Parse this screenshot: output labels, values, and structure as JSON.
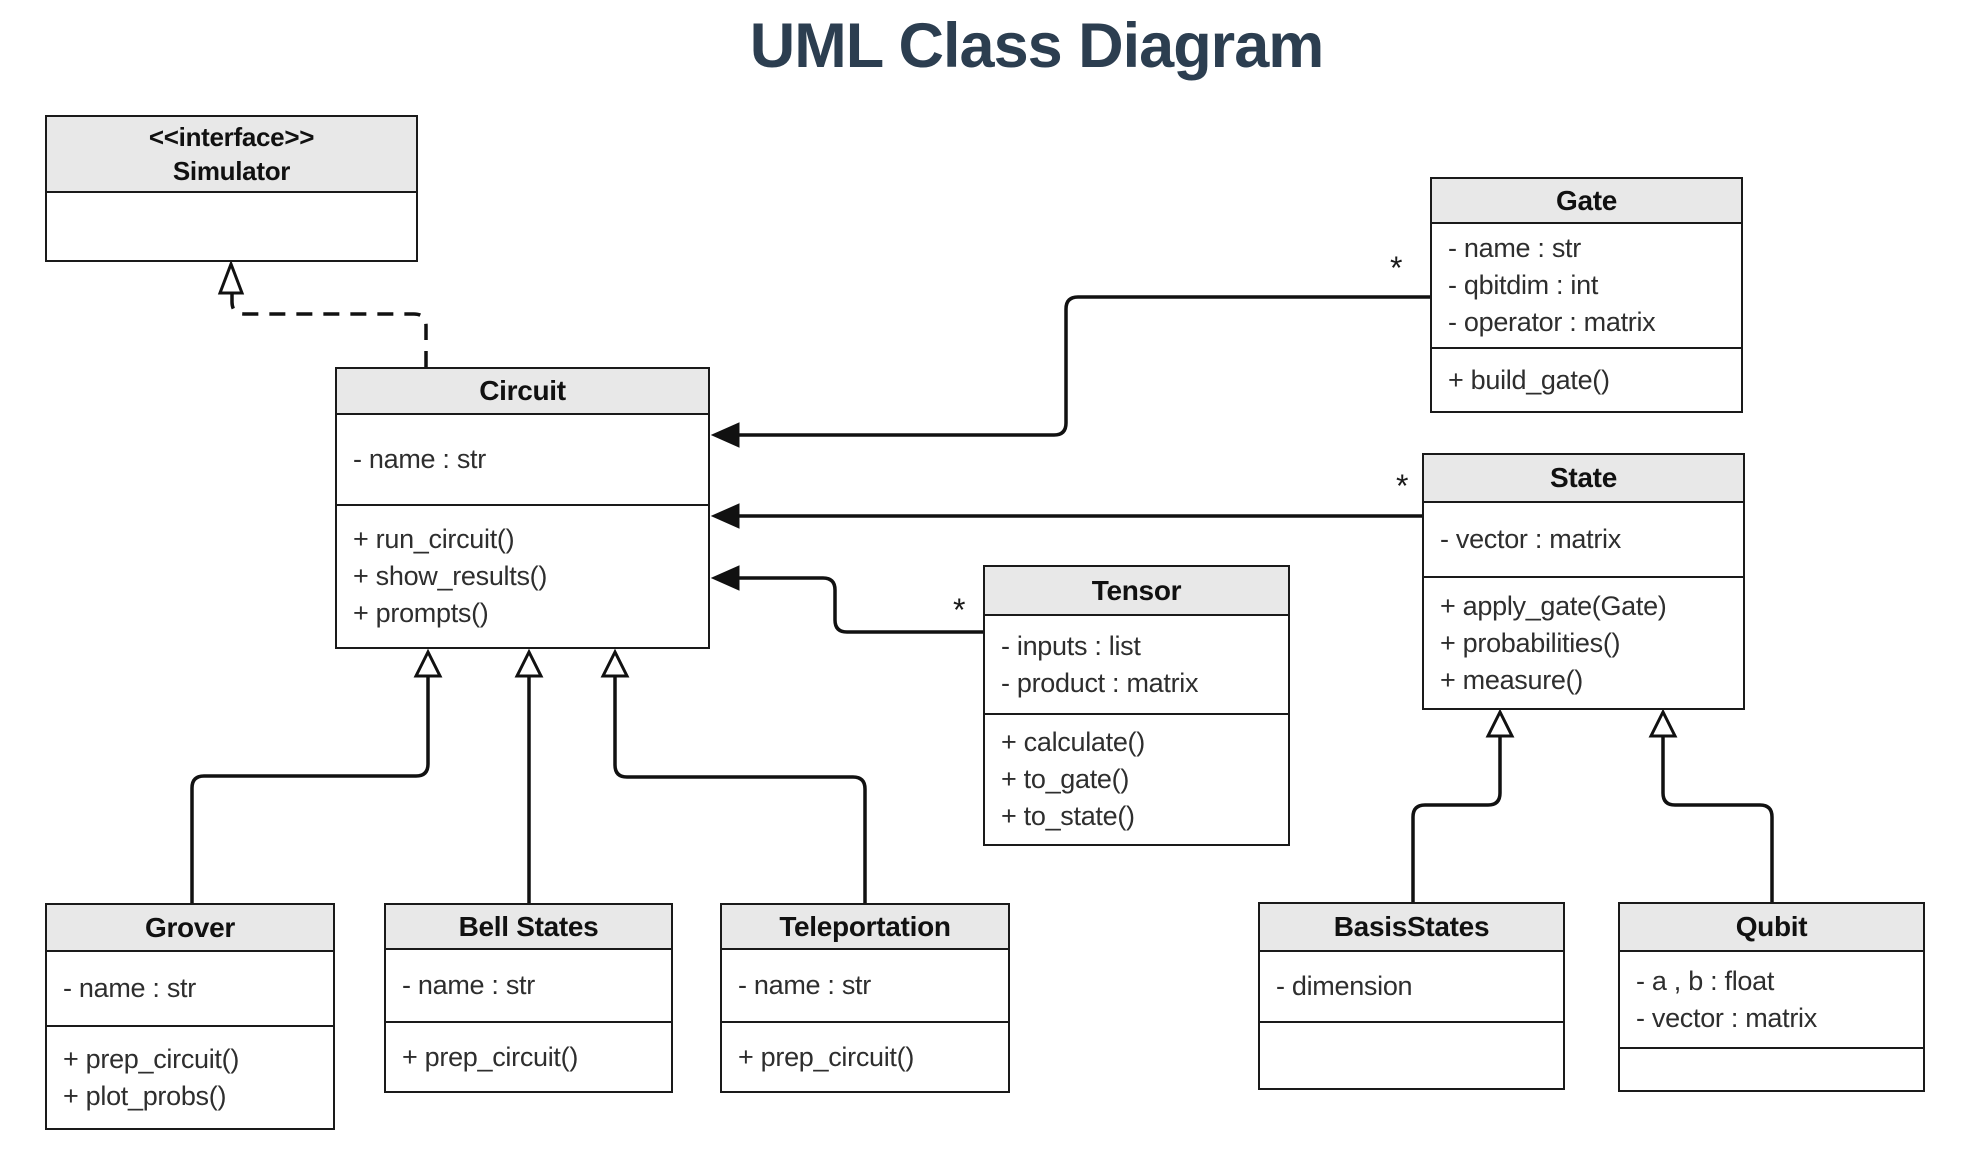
{
  "title": "UML Class Diagram",
  "colors": {
    "background": "#ffffff",
    "header_fill": "#e8e8e8",
    "box_border": "#1a1a1a",
    "connector": "#111111",
    "title_color": "#2c3e50"
  },
  "classes": [
    {
      "id": "simulator",
      "stereotype": "<<interface>>",
      "name": "Simulator",
      "attributes": [],
      "methods": []
    },
    {
      "id": "circuit",
      "name": "Circuit",
      "attributes": [
        "- name : str"
      ],
      "methods": [
        "+ run_circuit()",
        "+ show_results()",
        "+ prompts()"
      ]
    },
    {
      "id": "gate",
      "name": "Gate",
      "attributes": [
        "- name : str",
        "- qbitdim : int",
        "- operator : matrix"
      ],
      "methods": [
        "+ build_gate()"
      ]
    },
    {
      "id": "state",
      "name": "State",
      "attributes": [
        "- vector : matrix"
      ],
      "methods": [
        "+ apply_gate(Gate)",
        "+ probabilities()",
        "+ measure()"
      ]
    },
    {
      "id": "tensor",
      "name": "Tensor",
      "attributes": [
        "- inputs : list",
        "- product : matrix"
      ],
      "methods": [
        "+ calculate()",
        "+ to_gate()",
        "+ to_state()"
      ]
    },
    {
      "id": "grover",
      "name": "Grover",
      "attributes": [
        "- name : str"
      ],
      "methods": [
        "+ prep_circuit()",
        "+ plot_probs()"
      ]
    },
    {
      "id": "bell-states",
      "name": "Bell States",
      "attributes": [
        "- name : str"
      ],
      "methods": [
        "+ prep_circuit()"
      ]
    },
    {
      "id": "teleportation",
      "name": "Teleportation",
      "attributes": [
        "- name : str"
      ],
      "methods": [
        "+ prep_circuit()"
      ]
    },
    {
      "id": "basisstates",
      "name": "BasisStates",
      "attributes": [
        "- dimension"
      ],
      "methods": []
    },
    {
      "id": "qubit",
      "name": "Qubit",
      "attributes": [
        "- a , b : float",
        "- vector : matrix"
      ],
      "methods": []
    }
  ],
  "relationships": [
    {
      "type": "realization",
      "from": "Circuit",
      "to": "Simulator",
      "multiplicity": ""
    },
    {
      "type": "association",
      "from": "Gate",
      "to": "Circuit",
      "multiplicity": "*"
    },
    {
      "type": "association",
      "from": "State",
      "to": "Circuit",
      "multiplicity": "*"
    },
    {
      "type": "association",
      "from": "Tensor",
      "to": "Circuit",
      "multiplicity": "*"
    },
    {
      "type": "inheritance",
      "from": "Grover",
      "to": "Circuit",
      "multiplicity": ""
    },
    {
      "type": "inheritance",
      "from": "Bell States",
      "to": "Circuit",
      "multiplicity": ""
    },
    {
      "type": "inheritance",
      "from": "Teleportation",
      "to": "Circuit",
      "multiplicity": ""
    },
    {
      "type": "inheritance",
      "from": "BasisStates",
      "to": "State",
      "multiplicity": ""
    },
    {
      "type": "inheritance",
      "from": "Qubit",
      "to": "State",
      "multiplicity": ""
    }
  ]
}
